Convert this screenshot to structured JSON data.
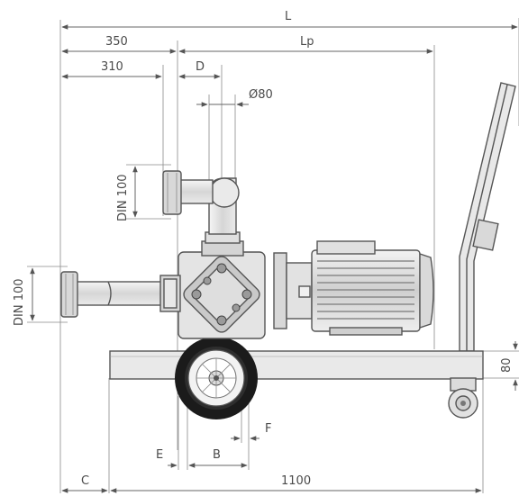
{
  "dimensions": {
    "L": "L",
    "350": "350",
    "Lp": "Lp",
    "310": "310",
    "D": "D",
    "O80": "Ø80",
    "DIN100_upper": "DIN 100",
    "DIN100_lower": "DIN 100",
    "80": "80",
    "E": "E",
    "B": "B",
    "F": "F",
    "C": "C",
    "1100": "1100"
  },
  "colors": {
    "lines": "#666666",
    "metal_light": "#e6e6e6",
    "metal_mid": "#cfcfcf",
    "tire": "#1a1a1a"
  }
}
